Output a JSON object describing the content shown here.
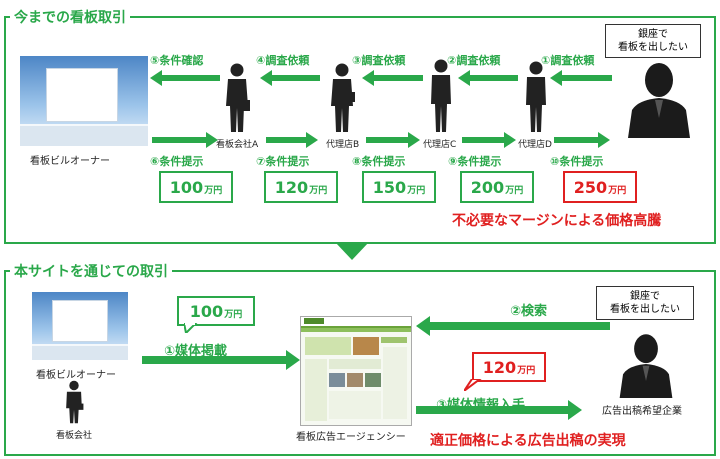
{
  "top": {
    "title": "今までの看板取引",
    "owner_label": "看板ビルオーナー",
    "agents": [
      {
        "label": "看板会社A"
      },
      {
        "label": "代理店B"
      },
      {
        "label": "代理店C"
      },
      {
        "label": "代理店D"
      }
    ],
    "client_bubble": [
      "銀座で",
      "看板を出したい"
    ],
    "request_steps": [
      "⑤条件確認",
      "④調査依頼",
      "③調査依頼",
      "②調査依頼",
      "①調査依頼"
    ],
    "offer_steps": [
      "⑥条件提示",
      "⑦条件提示",
      "⑧条件提示",
      "⑨条件提示",
      "⑩条件提示"
    ],
    "prices": [
      "100",
      "120",
      "150",
      "200",
      "250"
    ],
    "price_unit": "万円",
    "note": "不必要なマージンによる価格高騰"
  },
  "bottom": {
    "title": "本サイトを通じての取引",
    "owner_label": "看板ビルオーナー",
    "company_label": "看板会社",
    "post_price": "100",
    "post_label": "①媒体掲載",
    "search_label": "②検索",
    "info_price": "120",
    "info_label": "③媒体情報入手",
    "agency_label": "看板広告エージェンシー",
    "client_bubble": [
      "銀座で",
      "看板を出したい"
    ],
    "client_label": "広告出稿希望企業",
    "note": "適正価格による広告出稿の実現",
    "price_unit": "万円"
  },
  "colors": {
    "green": "#2aa84a",
    "red": "#e02020"
  }
}
